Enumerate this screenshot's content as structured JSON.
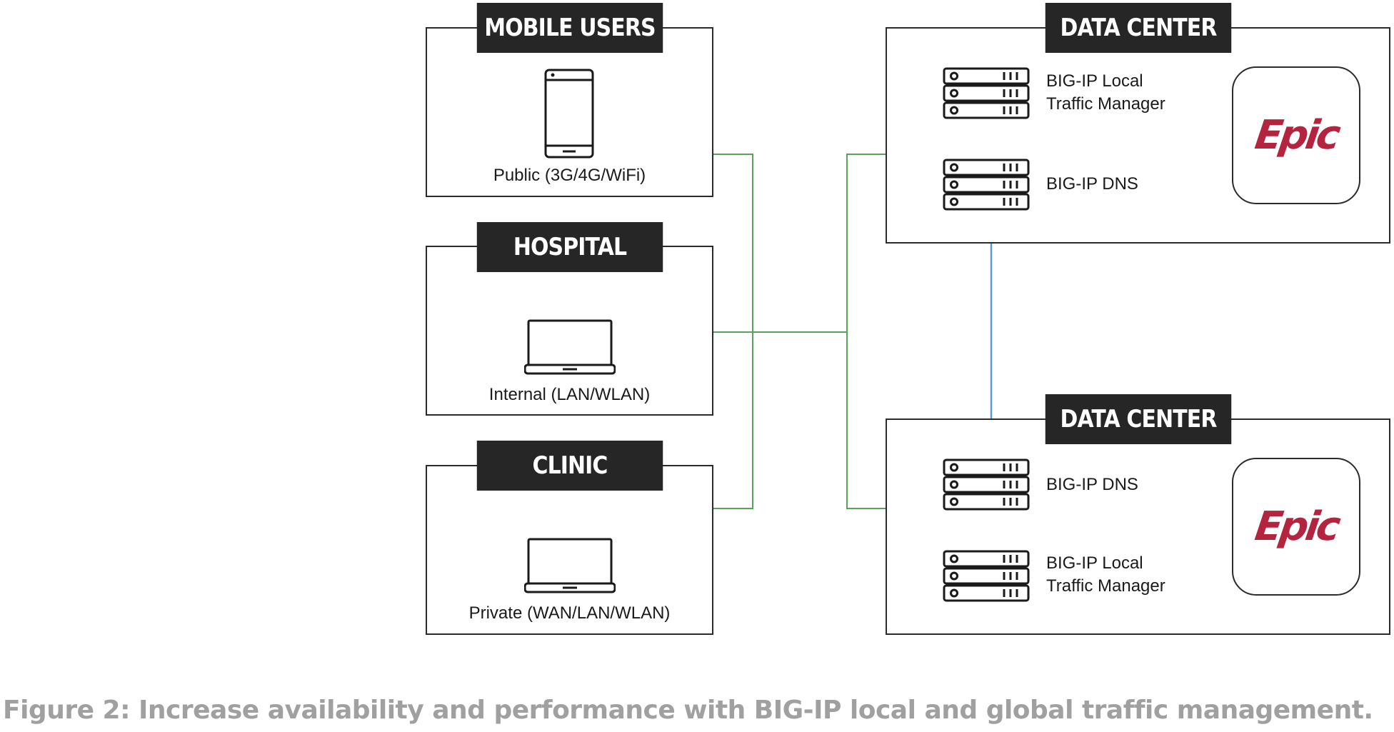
{
  "sites": {
    "mobile": {
      "title": "MOBILE USERS",
      "caption": "Public (3G/4G/WiFi)",
      "icon": "smartphone-icon"
    },
    "hospital": {
      "title": "HOSPITAL",
      "caption": "Internal (LAN/WLAN)",
      "icon": "laptop-icon"
    },
    "clinic": {
      "title": "CLINIC",
      "caption": "Private (WAN/LAN/WLAN)",
      "icon": "laptop-icon"
    }
  },
  "data_centers": [
    {
      "title": "DATA CENTER",
      "servers": [
        {
          "label_line1": "BIG-IP Local",
          "label_line2": "Traffic Manager"
        },
        {
          "label_line1": "BIG-IP DNS",
          "label_line2": ""
        }
      ],
      "app_logo": "Epic"
    },
    {
      "title": "DATA CENTER",
      "servers": [
        {
          "label_line1": "BIG-IP DNS",
          "label_line2": ""
        },
        {
          "label_line1": "BIG-IP Local",
          "label_line2": "Traffic Manager"
        }
      ],
      "app_logo": "Epic"
    }
  ],
  "caption": {
    "prefix": "Figure 2:",
    "text": " Increase availability and performance with BIG-IP local and global traffic management."
  },
  "colors": {
    "network_line": "#5aa35a",
    "sync_arrow": "#5b9bc9",
    "tab_bg": "#262626",
    "epic_red": "#b4243f",
    "caption_gray": "#a0a0a0"
  }
}
